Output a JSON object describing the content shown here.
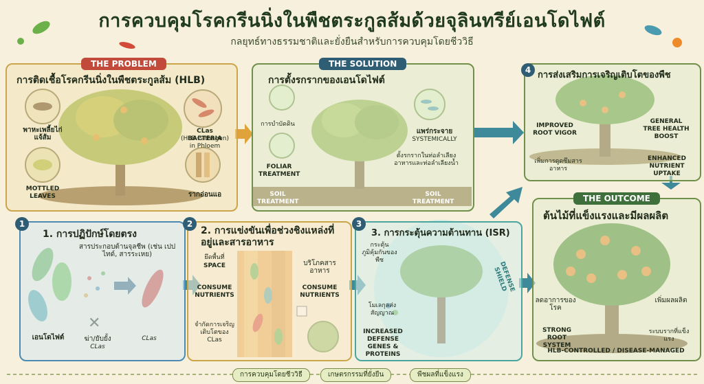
{
  "header": {
    "title": "การควบคุมโรคกรีนนิ่งในพืชตระกูลส้มด้วยจุลินทรีย์เอนโดไฟต์",
    "subtitle": "กลยุทธ์ทางธรรมชาติและยั่งยืนสำหรับการควบคุมโดยชีววิธี"
  },
  "problem": {
    "tag": "THE PROBLEM",
    "title": "การติดเชื้อโรคกรีนนิ่งในพืชตระกูลส้ม (HLB)",
    "psyllid": "พาหะเพลี้ยไก่แจ้ส้ม",
    "bacteria": "CLas BACTERIA",
    "bacteria_sub": "(HLB Pathogen) in Phloem",
    "mottled": "MOTTLED LEAVES",
    "roots": "รากอ่อนแอ"
  },
  "solution": {
    "tag": "THE SOLUTION",
    "title": "การตั้งรกรากของเอนโดไฟต์",
    "soil_app": "การบำบัดดิน",
    "foliar": "FOLIAR TREATMENT",
    "spread_th": "แพร่กระจาย",
    "spread_en": "SYSTEMICALLY",
    "colonize": "ตั้งรกรากในท่อลำเลียงอาหารและท่อลำเลียงน้ำ",
    "soil_left": "SOIL TREATMENT",
    "soil_right": "SOIL TREATMENT"
  },
  "growth": {
    "num": "4",
    "title": "การส่งเสริมการเจริญเติบโตของพืช",
    "root_vigor": "IMPROVED ROOT VIGOR",
    "health": "GENERAL TREE HEALTH BOOST",
    "absorb": "เพิ่มการดูดซึมสารอาหาร",
    "nutrient": "ENHANCED NUTRIENT UPTAKE"
  },
  "step1": {
    "num": "1",
    "title": "1. การปฏิปักษ์โดยตรง",
    "compounds": "สารประกอบต้านจุลชีพ (เช่น เปปไทด์, สารระเหย)",
    "endophyte": "เอนโดไฟต์",
    "kill": "ฆ่า/ยับยั้ง",
    "kill_sub": "CLas",
    "clas": "CLas"
  },
  "step2": {
    "num": "2",
    "title": "2. การแข่งขันเพื่อช่วงชิงแหล่งที่อยู่และสารอาหาร",
    "space_th": "ยึดพื้นที่",
    "space_en": "SPACE",
    "consume_l": "CONSUME NUTRIENTS",
    "consume_th": "บริโภคสารอาหาร",
    "consume_r": "CONSUME NUTRIENTS",
    "limit": "จำกัดการเจริญเติบโตของ CLas"
  },
  "step3": {
    "num": "3",
    "title": "3. การกระตุ้นความต้านทาน (ISR)",
    "immune": "กระตุ้นภูมิคุ้มกันของพืช",
    "signal": "โมเลกุลส่งสัญญาณ",
    "shield": "DEFENSE SHIELD",
    "genes": "INCREASED DEFENSE GENES & PROTEINS"
  },
  "outcome": {
    "tag": "THE OUTCOME",
    "title": "ต้นไม้ที่แข็งแรงและมีผลผลิต",
    "less_disease": "ลดอาการของโรค",
    "more_yield": "เพิ่มผลผลิต",
    "strong_root": "STRONG ROOT SYSTEM",
    "strong_root_th": "ระบบรากที่แข็งแรง",
    "managed": "HLB-CONTROLLED / DISEASE-MANAGED"
  },
  "footer": {
    "chip1": "การควบคุมโดยชีววิธี",
    "chip2": "เกษตรกรรมที่ยั่งยืน",
    "chip3": "พืชผลที่แข็งแรง"
  },
  "colors": {
    "problem_tag": "#c24a3a",
    "solution_tag": "#2f5d74",
    "outcome_tag": "#3f6f3a"
  }
}
